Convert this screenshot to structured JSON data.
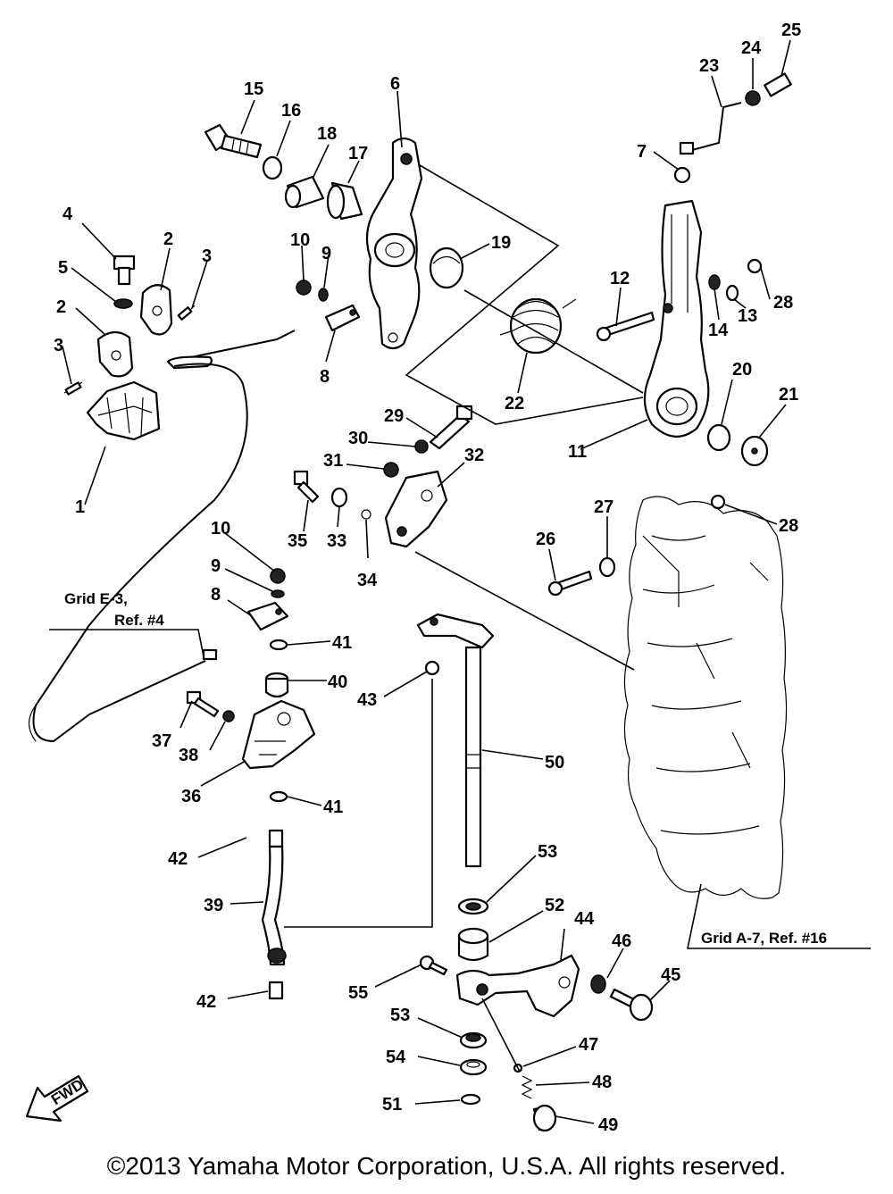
{
  "callouts": [
    "1",
    "2",
    "3",
    "4",
    "5",
    "6",
    "7",
    "8",
    "9",
    "10",
    "11",
    "12",
    "13",
    "14",
    "15",
    "16",
    "17",
    "18",
    "19",
    "20",
    "21",
    "22",
    "23",
    "24",
    "25",
    "26",
    "27",
    "28",
    "29",
    "30",
    "31",
    "32",
    "33",
    "34",
    "35",
    "36",
    "37",
    "38",
    "39",
    "40",
    "41",
    "42",
    "43",
    "44",
    "45",
    "46",
    "47",
    "48",
    "49",
    "50",
    "51",
    "52",
    "53",
    "54",
    "55"
  ],
  "references": {
    "cable_ref_line1": "Grid E-3,",
    "cable_ref_line2": "Ref. #4",
    "engine_ref": "Grid A-7, Ref. #16"
  },
  "fwd_label": "FWD",
  "copyright": "©2013 Yamaha Motor Corporation, U.S.A. All rights reserved."
}
